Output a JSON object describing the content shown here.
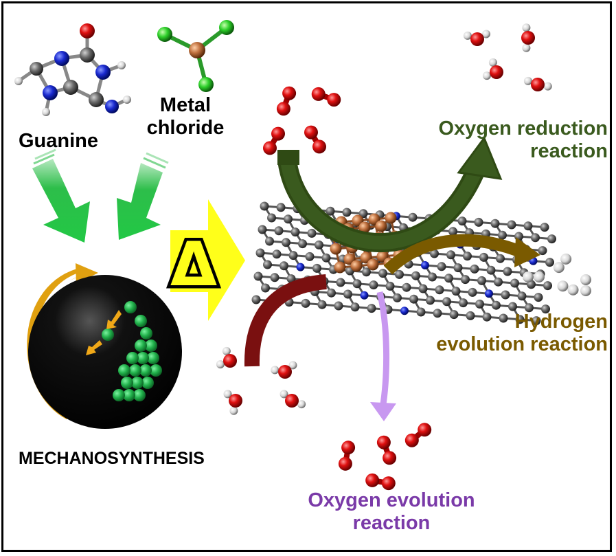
{
  "labels": {
    "guanine": "Guanine",
    "metal_line1": "Metal",
    "metal_line2": "chloride",
    "mechanosynthesis": "MECHANOSYNTHESIS",
    "delta_symbol": "Δ",
    "orr_line1": "Oxygen reduction",
    "orr_line2": "reaction",
    "her_line1": "Hydrogen",
    "her_line2": "evolution reaction",
    "oer_line1": "Oxygen evolution",
    "oer_line2": "reaction"
  },
  "colors": {
    "orr": "#3a5a1e",
    "her": "#7a5a00",
    "oer": "#7a3aa8",
    "green_arrow": "#2dbe4a",
    "delta_arrow": "#ffff1a",
    "copper": "#c0713f",
    "oxygen": "#d80000",
    "carbon": "#6e6e6e",
    "nitrogen": "#1a2ad0",
    "ball": "#000000",
    "beads": "#22b24c",
    "rotation_arrow": "#e0a010"
  }
}
